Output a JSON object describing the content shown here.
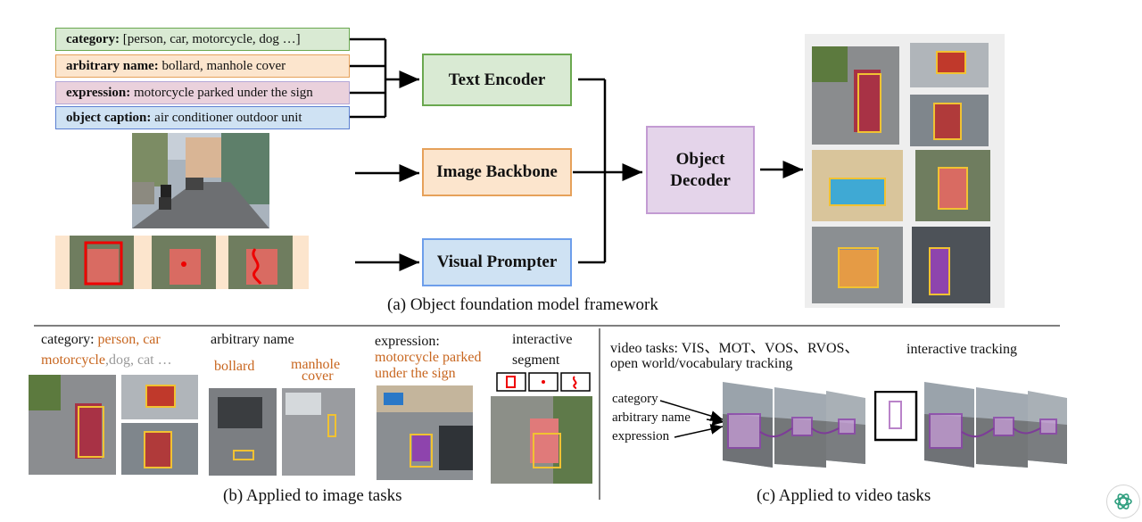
{
  "part_a": {
    "inputs": [
      {
        "key": "category:",
        "value": " [person, car, motorcycle, dog …]",
        "bg": "#d9ead3",
        "border": "#6aa84f"
      },
      {
        "key": "arbitrary name:",
        "value": " bollard, manhole cover",
        "bg": "#fce5cd",
        "border": "#e6a15a"
      },
      {
        "key": "expression:",
        "value": " motorcycle parked under the sign",
        "bg": "#ead1dc",
        "border": "#b4a7d6"
      },
      {
        "key": "object caption:",
        "value": " air conditioner outdoor unit",
        "bg": "#cfe2f3",
        "border": "#5b7fd1"
      }
    ],
    "modules": {
      "text_encoder": "Text Encoder",
      "image_backbone": "Image Backbone",
      "visual_prompter": "Visual Prompter",
      "object_decoder_line1": "Object",
      "object_decoder_line2": "Decoder"
    },
    "caption": "(a) Object foundation model framework"
  },
  "part_b": {
    "category_label": "category:",
    "category_orange": " person, car",
    "category_line2_orange": "motorcycle",
    "category_line2_gray": ",dog, cat …",
    "arbitrary_name": "arbitrary name",
    "bollard": "bollard",
    "manhole": "manhole",
    "cover": "cover",
    "expression_label": "expression:",
    "expression_line1": "motorcycle parked",
    "expression_line2": "under the sign",
    "interactive": "interactive",
    "segment": "segment",
    "caption": "(b) Applied to image tasks"
  },
  "part_c": {
    "video_tasks_line1": "video tasks: VIS、MOT、VOS、RVOS、",
    "video_tasks_line2": "open world/vocabulary tracking",
    "interactive_tracking": "interactive tracking",
    "labels": [
      "category",
      "arbitrary name",
      "expression"
    ],
    "caption": "(c) Applied to video tasks"
  },
  "colors": {
    "green_bg": "#d9ead3",
    "green_border": "#6aa84f",
    "orange_bg": "#fce5cd",
    "orange_border": "#e6a15a",
    "purple_bg": "#e4d4ea",
    "purple_border": "#c39bd3",
    "blue_bg": "#cfe2f3",
    "blue_border": "#6d9eeb",
    "text_orange": "#c8661f",
    "box_yellow": "#f1c232"
  }
}
